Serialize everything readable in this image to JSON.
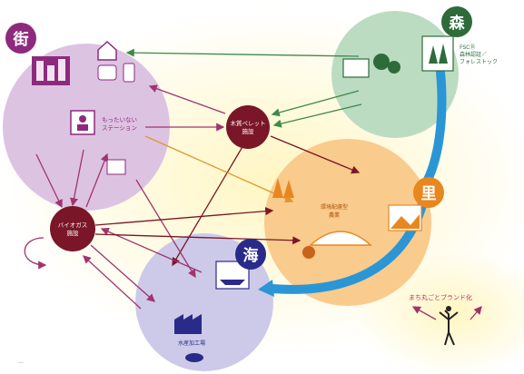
{
  "colors": {
    "town": "#d9bfe0",
    "town_badge": "#8e2a7d",
    "forest": "#b9d9bf",
    "forest_badge": "#2e6b3a",
    "village": "#f8c98a",
    "village_badge": "#e8871f",
    "sea": "#c9c7e6",
    "sea_badge": "#2a2a8a",
    "hub": "#7a1628",
    "arrow_purple": "#a0346e",
    "arrow_green": "#3f8a4a",
    "arrow_orange": "#e0962a",
    "arrow_maroon": "#7a1628",
    "flow_blue": "#2b96d6",
    "glow": "#fff3b0"
  },
  "regions": {
    "town": {
      "badge": "街"
    },
    "forest": {
      "badge": "森"
    },
    "village": {
      "badge": "里"
    },
    "sea": {
      "badge": "海"
    }
  },
  "nodes": {
    "pellet": [
      "木質ペレット",
      "施設"
    ],
    "biogas": [
      "バイオガス",
      "施設"
    ],
    "mottainai": [
      "もったいない",
      "ステーション"
    ],
    "greenhouse": [
      "環境配慮型",
      "農業"
    ],
    "fish_plant": "水産加工場",
    "fsc": [
      "FSCⓇ",
      "森林認証／",
      "フォレストック"
    ],
    "brand": "まち丸ごとブランド化"
  },
  "labels": {
    "…": "…"
  }
}
